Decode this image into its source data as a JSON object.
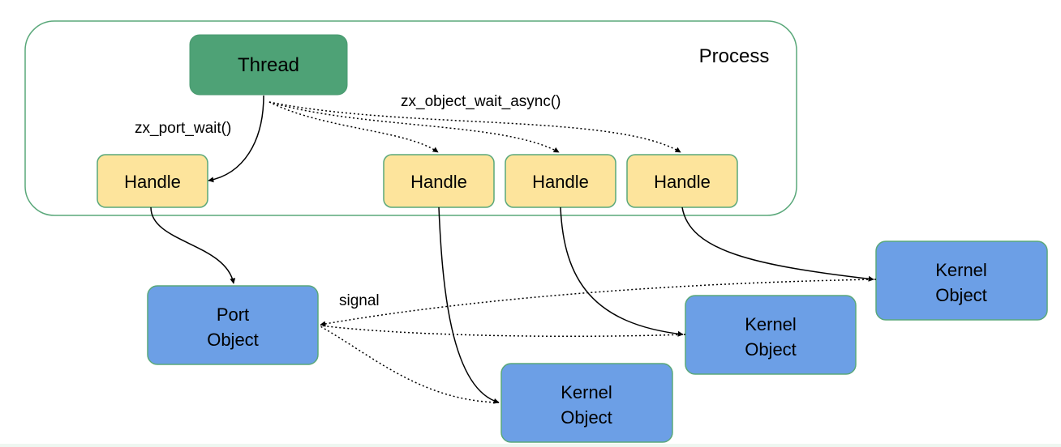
{
  "process": {
    "label": "Process"
  },
  "thread": {
    "label": "Thread"
  },
  "handles": [
    {
      "label": "Handle"
    },
    {
      "label": "Handle"
    },
    {
      "label": "Handle"
    },
    {
      "label": "Handle"
    }
  ],
  "port_object": {
    "line1": "Port",
    "line2": "Object"
  },
  "kernel_objects": [
    {
      "line1": "Kernel",
      "line2": "Object"
    },
    {
      "line1": "Kernel",
      "line2": "Object"
    },
    {
      "line1": "Kernel",
      "line2": "Object"
    }
  ],
  "labels": {
    "port_wait": "zx_port_wait()",
    "wait_async": "zx_object_wait_async()",
    "signal": "signal"
  },
  "colors": {
    "process_border": "#5aa87a",
    "thread_fill": "#4ea276",
    "handle_fill": "#fde49c",
    "object_fill": "#6c9fe6",
    "node_border": "#5aa87a",
    "edge": "#000000"
  }
}
